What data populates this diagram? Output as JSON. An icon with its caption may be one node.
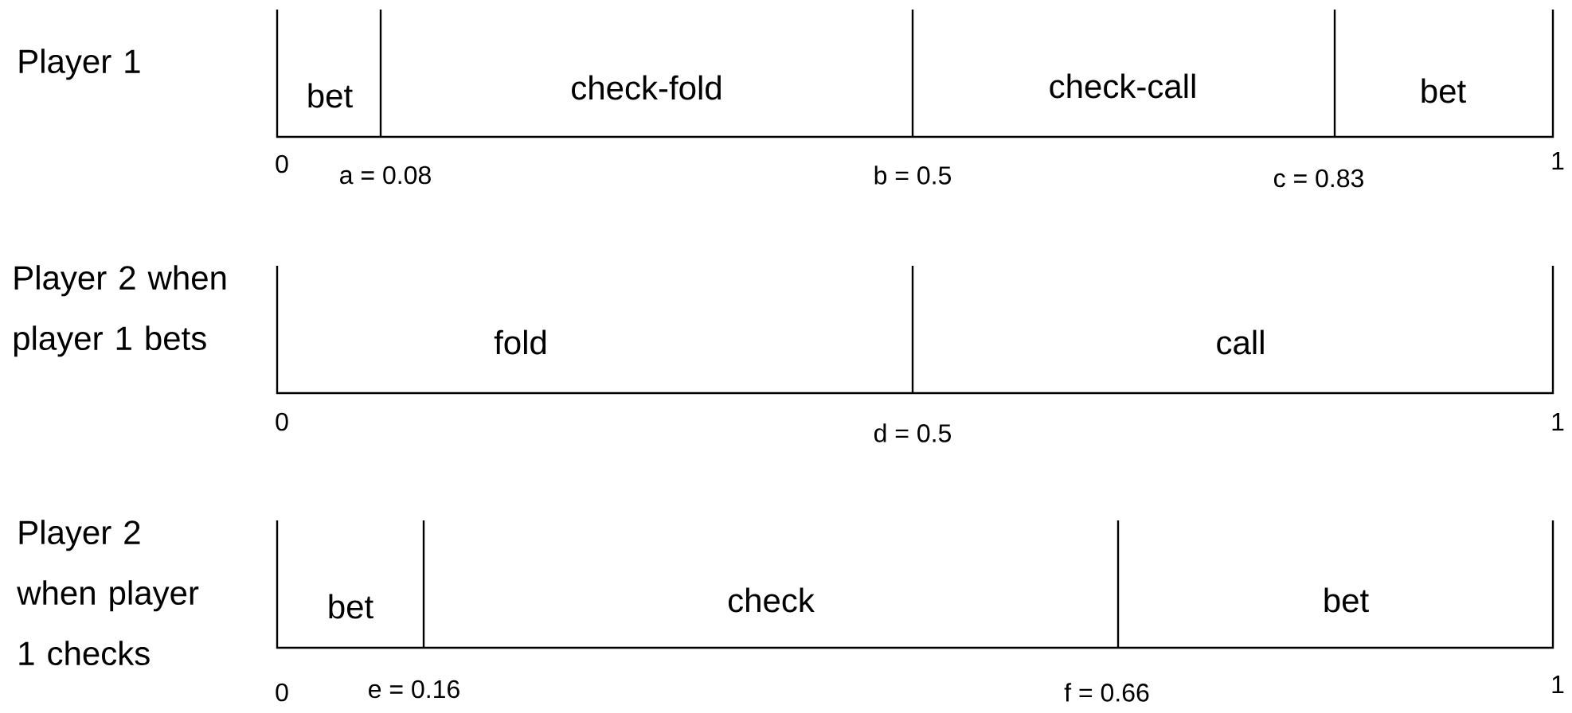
{
  "diagram": {
    "nodes": [
      {
        "text": [
          "bet"
        ]
      },
      {
        "text": [
          "check-fold"
        ]
      },
      {
        "text": [
          "check-call"
        ]
      },
      {
        "text": [
          "bet"
        ]
      },
      {
        "text": [
          "fold"
        ]
      },
      {
        "text": [
          "call"
        ]
      },
      {
        "text": [
          "bet"
        ]
      },
      {
        "text": [
          "check"
        ]
      },
      {
        "text": [
          "bet"
        ]
      }
    ],
    "labels": [
      "Player 1",
      "0",
      "a = 0.08",
      "b = 0.5",
      "c = 0.83",
      "1",
      "Player 2 when player 1 bets",
      "0",
      "d = 0.5",
      "1",
      "Player 2 when player 1 checks",
      "0",
      "e = 0.16",
      "f = 0.66",
      "1"
    ]
  }
}
